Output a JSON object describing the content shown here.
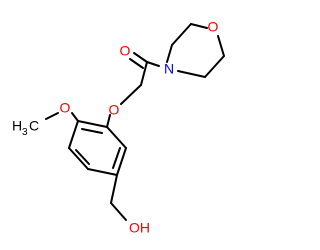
{
  "molecule": {
    "atoms": {
      "carbonyl_o": "O",
      "morpholine_n": "N",
      "morpholine_o": "O",
      "ether_o": "O",
      "methoxy_o": "O",
      "methyl_h": "H",
      "methyl_sub": "3",
      "methyl_c": "C",
      "hydroxyl": "OH"
    },
    "colors": {
      "bond": "#000000",
      "oxygen": "#ff0000",
      "nitrogen": "#0000ff",
      "carbon": "#000000"
    }
  }
}
